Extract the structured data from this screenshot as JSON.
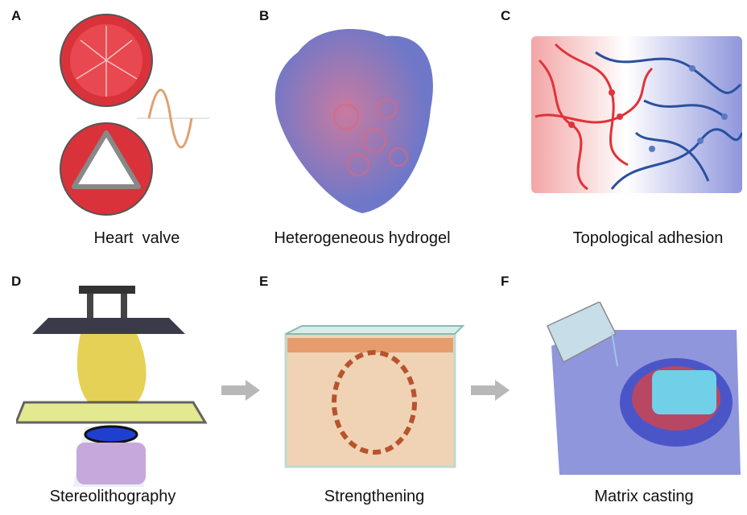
{
  "panels": [
    {
      "label": "A",
      "caption": "Heart  valve"
    },
    {
      "label": "B",
      "caption": "Heterogeneous hydrogel"
    },
    {
      "label": "C",
      "caption": "Topological adhesion"
    },
    {
      "label": "D",
      "caption": "Stereolithography"
    },
    {
      "label": "E",
      "caption": "Strengthening"
    },
    {
      "label": "F",
      "caption": "Matrix casting"
    }
  ],
  "colors": {
    "red": "#e0333a",
    "blue": "#2b4f9e",
    "lavender": "#8f96dc",
    "arrow": "#b8b8b8"
  }
}
